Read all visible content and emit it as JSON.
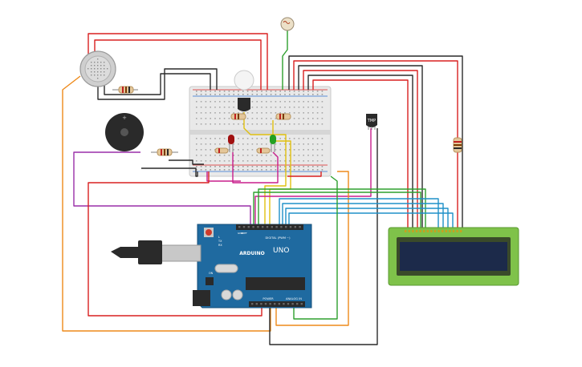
{
  "arduino": {
    "logo_text": "ARDUINO",
    "model": "UNO",
    "digital_label": "DIGITAL (PWM ~)",
    "power_label": "POWER",
    "analog_label": "ANALOG IN",
    "tx_label": "TX",
    "rx_label": "RX",
    "l_label": "L",
    "on_label": "ON",
    "aref_label": "AREF",
    "gnd_label": "GND"
  },
  "sensor": {
    "label": "TMP"
  },
  "colors": {
    "red_wire": "#d92020",
    "black_wire": "#2a2a2a",
    "orange_wire": "#ee8a1a",
    "purple_wire": "#9a2fa8",
    "green_wire": "#2ea02e",
    "blue_wire": "#1e90c8",
    "yellow_wire": "#e0c010",
    "magenta_wire": "#c81e8c",
    "board_blue": "#1f6aa0",
    "lcd_green": "#7fc24a",
    "lcd_screen": "#1c2a4a",
    "breadboard": "#e9e9e9"
  }
}
